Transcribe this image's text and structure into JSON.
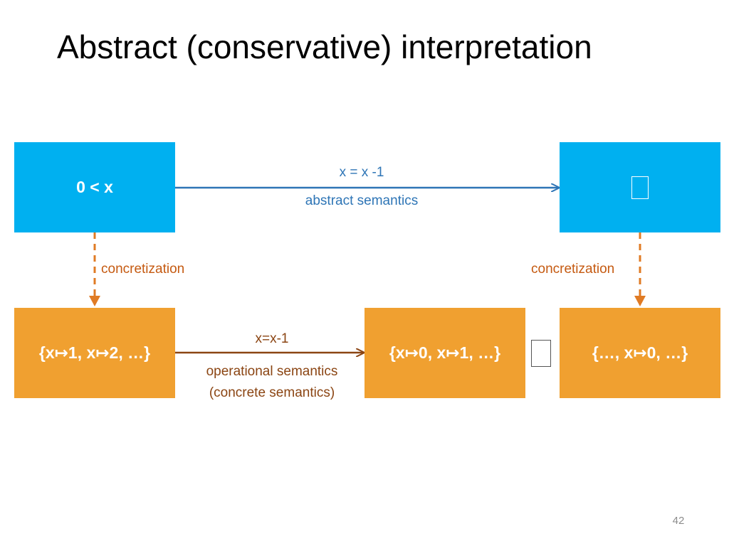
{
  "slide": {
    "title": "Abstract (conservative) interpretation",
    "page_number": "42"
  },
  "boxes": {
    "abstract_pre": "0 < x",
    "abstract_post": "",
    "concrete_pre": "{x↦1, x↦2, …}",
    "concrete_post": "{x↦0, x↦1, …}",
    "concretized_post": "{…, x↦0, …}"
  },
  "labels": {
    "abstract_statement": "x = x -1",
    "abstract_semantics": "abstract semantics",
    "concretization_left": "concretization",
    "concretization_right": "concretization",
    "concrete_statement": "x=x-1",
    "operational_semantics": "operational semantics",
    "concrete_semantics": "(concrete semantics)"
  },
  "icons": {
    "placeholder": "missing-glyph-icon",
    "subset": "missing-glyph-icon"
  },
  "colors": {
    "abstract_box": "#00b0f0",
    "concrete_box": "#f0a030",
    "abstract_arrow": "#2e75b6",
    "concrete_arrow": "#8b4513",
    "concretization_arrow": "#e07b24"
  }
}
